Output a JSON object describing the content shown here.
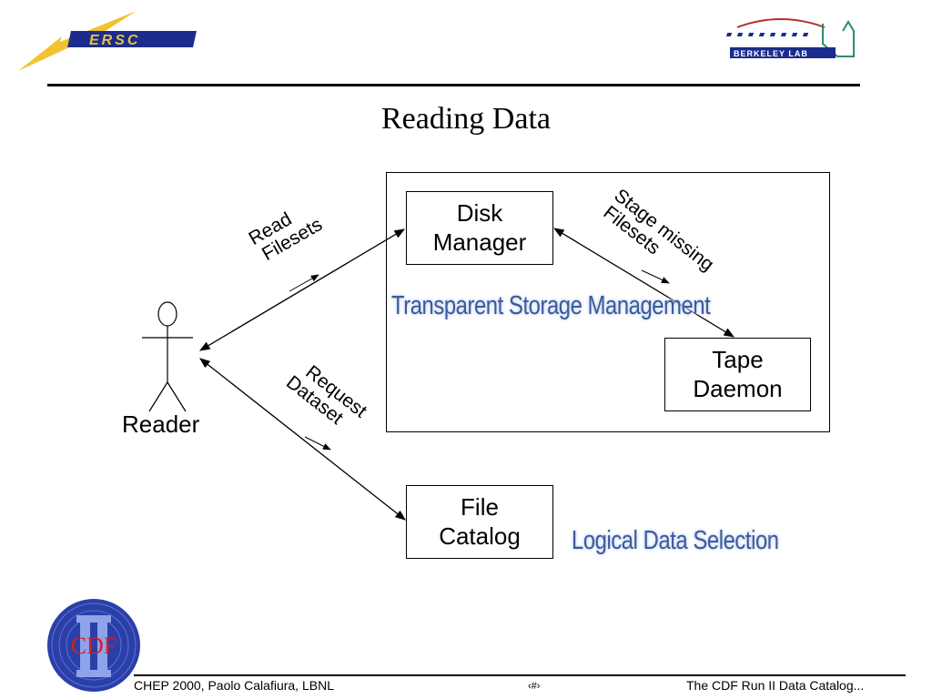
{
  "header": {
    "left_logo": {
      "name": "nersc-logo",
      "text": "ERSC"
    },
    "right_logo": {
      "name": "berkeley-lab-logo",
      "text": "BERKELEY LAB"
    }
  },
  "title": "Reading Data",
  "diagram": {
    "actor_label": "Reader",
    "disk_manager": [
      "Disk",
      "Manager"
    ],
    "tape_daemon": [
      "Tape",
      "Daemon"
    ],
    "file_catalog": [
      "File",
      "Catalog"
    ],
    "region_label": "Transparent Storage Management",
    "selection_label": "Logical Data Selection",
    "edge_read": [
      "Read",
      "Filesets"
    ],
    "edge_request": [
      "Request",
      "Dataset"
    ],
    "edge_stage": [
      "Stage missing",
      "Filesets"
    ]
  },
  "footer": {
    "left": "CHEP 2000, Paolo Calafiura, LBNL",
    "center": "‹#›",
    "right": "The CDF Run II Data Catalog..."
  },
  "cdf_logo": {
    "name": "cdf-logo",
    "text": "CDF"
  },
  "colors": {
    "label_blue": "#3d5b9a",
    "nersc_blue": "#1c2c8c",
    "nersc_yellow": "#f2c230"
  }
}
